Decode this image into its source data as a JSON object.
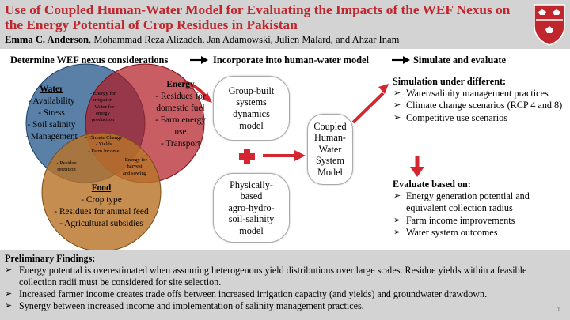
{
  "header": {
    "title": "Use of Coupled Human-Water Model for Evaluating the Impacts of the WEF Nexus on the Energy Potential of Crop Residues in Pakistan",
    "lead_author": "Emma C. Anderson",
    "coauthors": ", Mohammad Reza Alizadeh, Jan Adamowski, Julien Malard, and Ahzar Inam"
  },
  "steps": [
    "Determine WEF nexus considerations",
    "Incorporate into human-water model",
    "Simulate and evaluate"
  ],
  "venn": {
    "water": {
      "title": "Water",
      "items": [
        "- Availability",
        "- Stress",
        "- Soil salinity",
        "- Management"
      ]
    },
    "energy": {
      "title": "Energy",
      "items": [
        "- Residues for",
        "domestic fuel",
        "- Farm energy",
        "use",
        "- Transport"
      ]
    },
    "food": {
      "title": "Food",
      "items": [
        "- Crop type",
        "- Residues for animal feed",
        "- Agricultural subsidies"
      ]
    },
    "water_energy": [
      "- Energy for",
      "irrigation",
      "- Water for",
      "energy",
      "production"
    ],
    "center": [
      "- Climate Change",
      "- Yields",
      "- Farm Income"
    ],
    "water_food": [
      "- Residue",
      "retention"
    ],
    "energy_food": [
      "- Energy for",
      "harvest",
      "and sowing"
    ],
    "colors": {
      "water": "#1f4e79",
      "energy": "#a3121c",
      "food": "#b5651d"
    }
  },
  "boxes": {
    "group": [
      "Group-built",
      "systems",
      "dynamics",
      "model"
    ],
    "physical": [
      "Physically-",
      "based",
      "agro-hydro-",
      "soil-salinity",
      "model"
    ],
    "coupled": [
      "Coupled",
      "Human-",
      "Water",
      "System",
      "Model"
    ]
  },
  "simulation": {
    "title": "Simulation under different:",
    "items": [
      "Water/salinity management practices",
      "Climate change scenarios (RCP 4 and 8)",
      "Competitive use scenarios"
    ]
  },
  "evaluate": {
    "title": "Evaluate based on:",
    "items": [
      "Energy generation potential and equivalent collection radius",
      "Farm income improvements",
      "Water system outcomes"
    ]
  },
  "findings": {
    "title": "Preliminary Findings:",
    "items": [
      "Energy potential is overestimated when assuming heterogenous yield distributions over large scales. Residue yields within a feasible collection radii must be considered for site selection.",
      "Increased farmer income creates trade offs between increased irrigation capacity (and yields) and groundwater drawdown.",
      "Synergy between increased income and implementation of salinity management practices."
    ]
  },
  "page_number": "1",
  "accent_color": "#c0262d"
}
